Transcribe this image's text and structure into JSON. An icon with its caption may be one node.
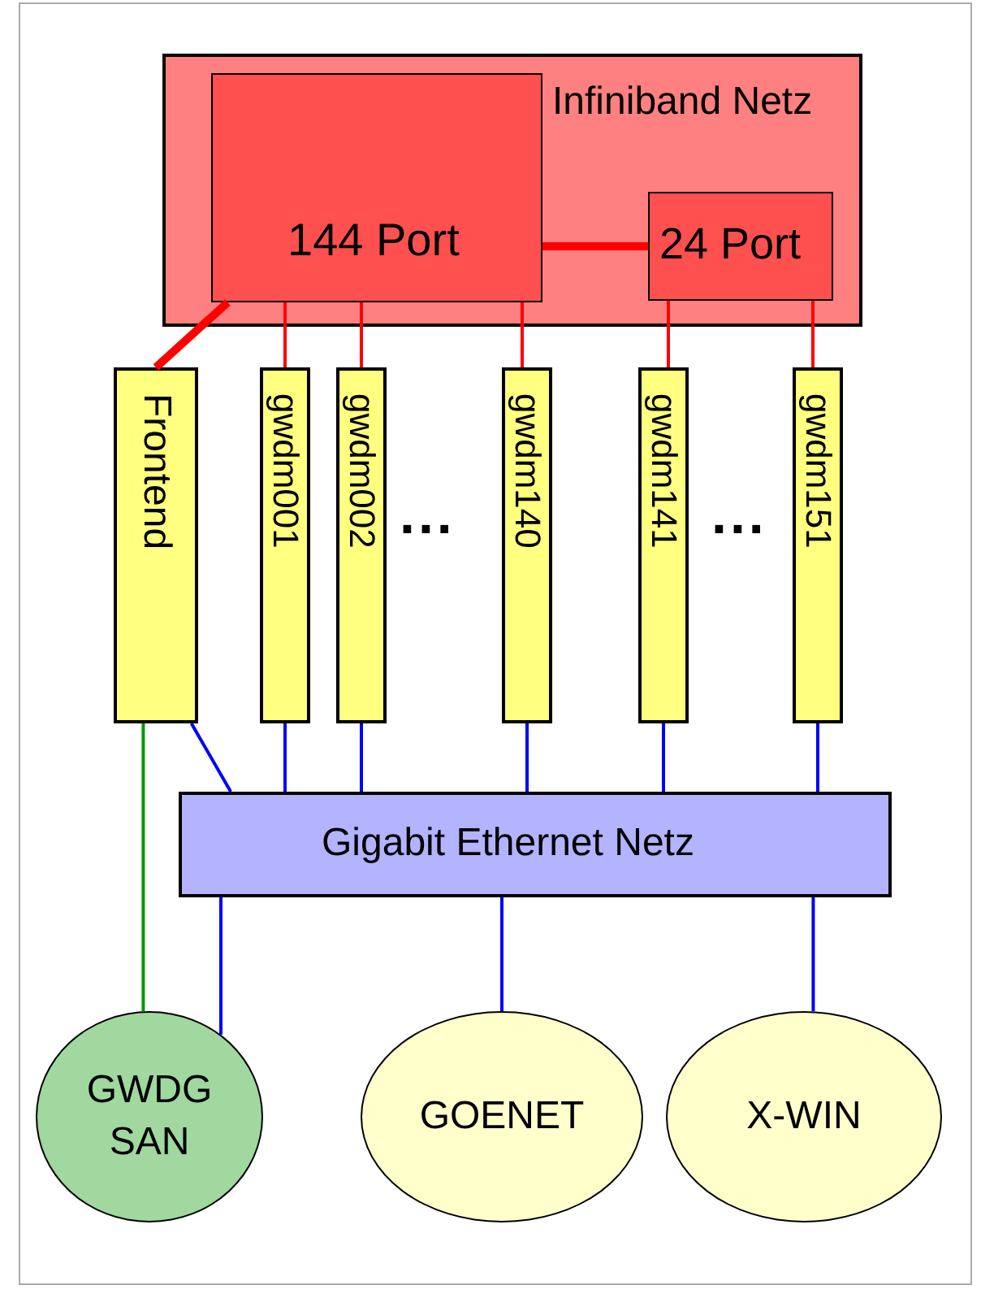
{
  "diagram": {
    "nodes": [
      {
        "text": [
          "Infiniband Netz"
        ]
      },
      {
        "text": [
          "144 Port"
        ],
        "in": 0
      },
      {
        "text": [
          "24 Port"
        ],
        "in": 0
      },
      {
        "text": [
          "Frontend"
        ]
      },
      {
        "text": [
          "gwdm001"
        ]
      },
      {
        "text": [
          "gwdm002"
        ]
      },
      {
        "text": [
          "gwdm140"
        ]
      },
      {
        "text": [
          "gwdm141"
        ]
      },
      {
        "text": [
          "gwdm151"
        ]
      },
      {
        "text": [
          "Gigabit Ethernet Netz"
        ]
      },
      {
        "text": [
          "GWDG SAN"
        ]
      },
      {
        "text": [
          "GOENET"
        ]
      },
      {
        "text": [
          "X-WIN"
        ]
      }
    ],
    "edges": [
      {
        "from": 1,
        "to": 2,
        "arrow": "none",
        "style": "thick",
        "color": "#ff0000"
      },
      {
        "from": 1,
        "to": 3,
        "arrow": "none",
        "style": "thick",
        "color": "#ff0000"
      },
      {
        "from": 1,
        "to": 4,
        "arrow": "none",
        "color": "#ff0000"
      },
      {
        "from": 1,
        "to": 5,
        "arrow": "none",
        "color": "#ff0000"
      },
      {
        "from": 1,
        "to": 6,
        "arrow": "none",
        "color": "#ff0000"
      },
      {
        "from": 2,
        "to": 7,
        "arrow": "none",
        "color": "#ff0000"
      },
      {
        "from": 2,
        "to": 8,
        "arrow": "none",
        "color": "#ff0000"
      },
      {
        "from": 3,
        "to": 9,
        "arrow": "none"
      },
      {
        "from": 4,
        "to": 9,
        "arrow": "none"
      },
      {
        "from": 5,
        "to": 9,
        "arrow": "none"
      },
      {
        "from": 6,
        "to": 9,
        "arrow": "none"
      },
      {
        "from": 7,
        "to": 9,
        "arrow": "none"
      },
      {
        "from": 8,
        "to": 9,
        "arrow": "none"
      },
      {
        "from": 3,
        "to": 10,
        "arrow": "none",
        "color": "#009900"
      },
      {
        "from": 9,
        "to": 10,
        "arrow": "none"
      },
      {
        "from": 9,
        "to": 11,
        "arrow": "none"
      },
      {
        "from": 9,
        "to": 12,
        "arrow": "none"
      }
    ],
    "labels": [
      "...",
      "..."
    ]
  }
}
